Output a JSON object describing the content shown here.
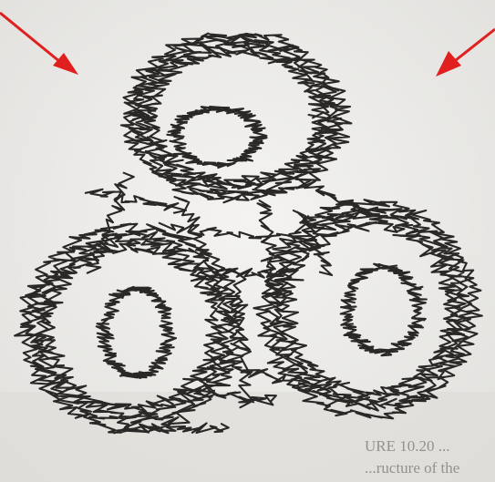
{
  "figure": {
    "caption_fragment": [
      "URE 10.20 ...",
      "...ructure of the"
    ],
    "trace_color": "#2a2827",
    "arrow_color": "#e0201e",
    "background": "#ecebe8"
  },
  "arrows": [
    {
      "name": "left-arrow"
    },
    {
      "name": "right-arrow"
    }
  ]
}
